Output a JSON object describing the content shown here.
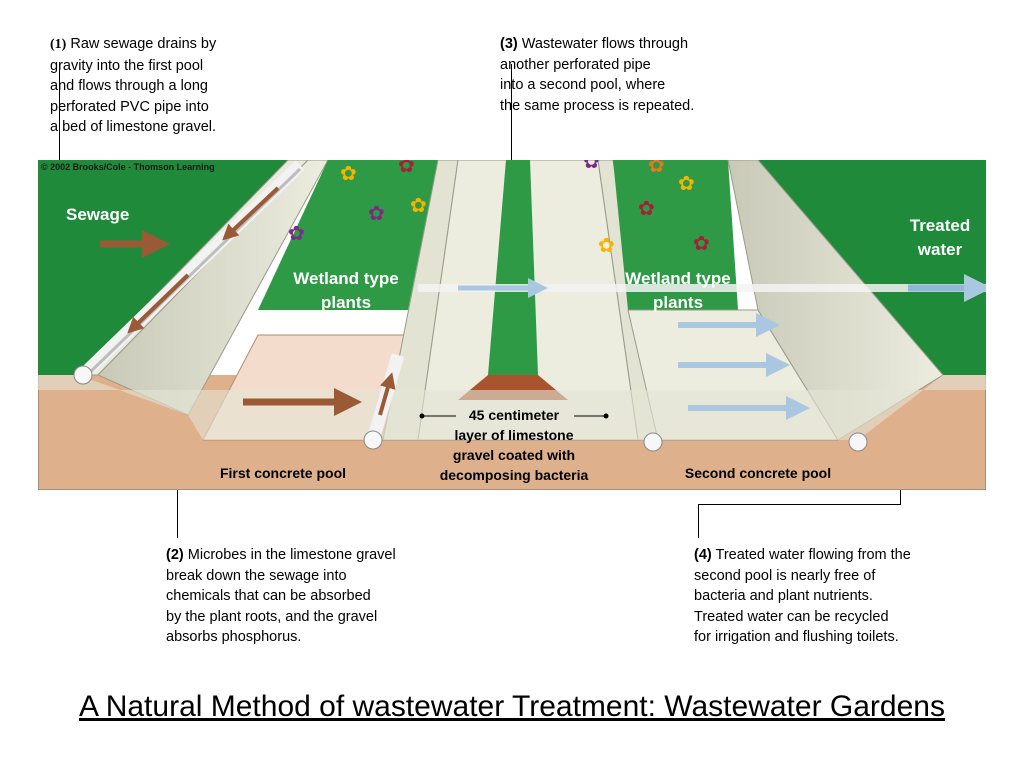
{
  "step1": {
    "num": "(1)",
    "text": "Raw sewage drains by\ngravity into the first pool\nand flows through a long\nperforated PVC pipe into\na bed of limestone gravel."
  },
  "step2": {
    "num": "(2)",
    "text": "Microbes in the limestone gravel\nbreak down the sewage into\nchemicals that can be absorbed\nby the plant roots, and the gravel\nabsorbs phosphorus."
  },
  "step3": {
    "num": "(3)",
    "text": "Wastewater flows through\nanother perforated pipe\ninto a second pool, where\nthe same process is repeated."
  },
  "step4": {
    "num": "(4)",
    "text": "Treated water flowing from the\nsecond pool is nearly free of\nbacteria and plant nutrients.\nTreated water can be recycled\nfor irrigation and flushing toilets."
  },
  "diagram": {
    "copyright": "© 2002 Brooks/Cole - Thomson Learning",
    "sewage_label": "Sewage",
    "treated_label_line1": "Treated",
    "treated_label_line2": "water",
    "wetland1_line1": "Wetland type",
    "wetland1_line2": "plants",
    "wetland2_line1": "Wetland type",
    "wetland2_line2": "plants",
    "gravel_line1": "45 centimeter",
    "gravel_line2": "layer of limestone",
    "gravel_line3": "gravel coated with",
    "gravel_line4": "decomposing bacteria",
    "pool1_label": "First concrete pool",
    "pool2_label": "Second concrete pool"
  },
  "title": "A Natural Method of wastewater Treatment: Wastewater Gardens",
  "colors": {
    "grass": "#1f8a3a",
    "concrete": "#dcdccc",
    "soil": "#dfb08c",
    "arrow": "#9a5a36",
    "water_arrow": "#8fb7d8"
  }
}
